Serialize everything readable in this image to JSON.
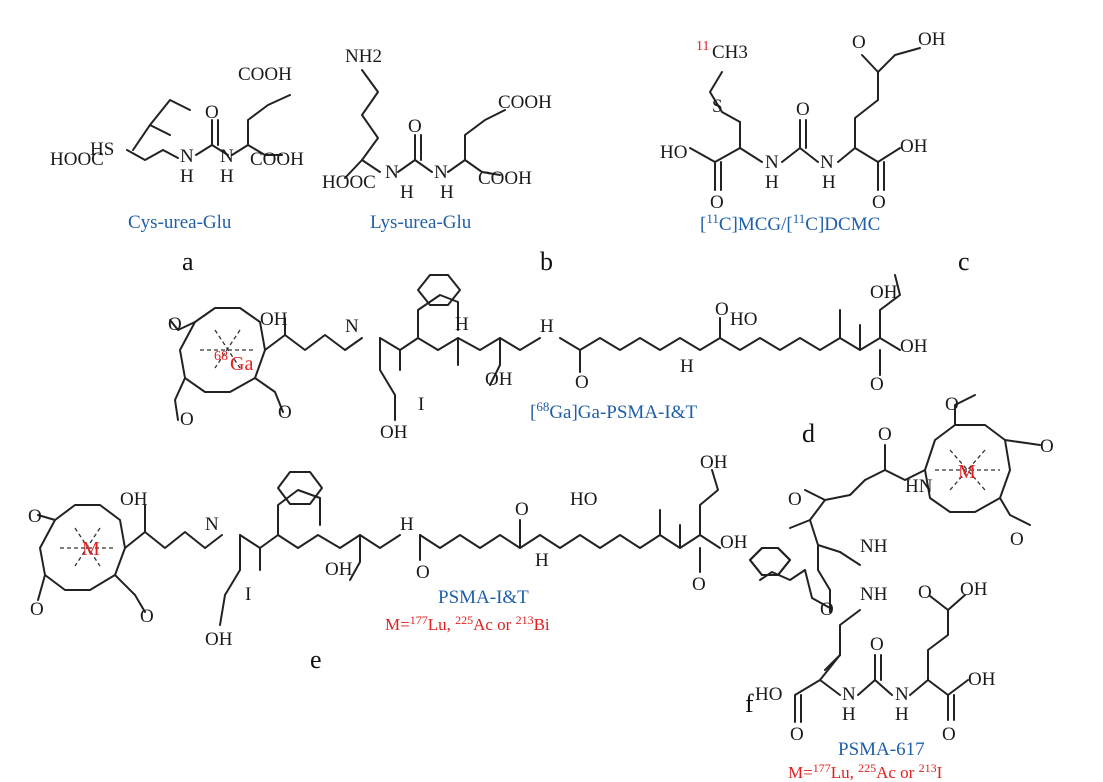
{
  "panels": {
    "a": {
      "letter": "a",
      "caption": "Cys-urea-Glu",
      "atoms": {
        "sh": "HS",
        "cooh_left": "HOOC",
        "cooh_top": "COOH",
        "cooh_right": "COOH",
        "o": "O",
        "nh1": "H",
        "nh2": "H",
        "n": "N"
      }
    },
    "b": {
      "letter": "b",
      "caption": "Lys-urea-Glu",
      "atoms": {
        "nh2": "NH2",
        "cooh_left": "HOOC",
        "cooh_top": "COOH",
        "cooh_right": "COOH",
        "o": "O",
        "nh": "H",
        "n": "N"
      }
    },
    "c": {
      "letter": "c",
      "caption": "[11C]MCG/[11C]DCMC",
      "caption_parts": [
        "[",
        "11",
        "C]MCG/[",
        "11",
        "C]DCMC"
      ],
      "atoms": {
        "isotope": "11",
        "ch3": "CH3",
        "s": "S",
        "oh": "OH",
        "ho": "HO",
        "o": "O",
        "h": "H",
        "n": "N"
      }
    },
    "d": {
      "letter": "d",
      "caption": "[68Ga]Ga-PSMA-I&T",
      "caption_parts": [
        "[",
        "68",
        "Ga]Ga-PSMA-I&T"
      ],
      "metal": "Ga",
      "metal_isotope": "68",
      "atoms": {
        "o": "O",
        "oh": "OH",
        "ho": "HO",
        "h": "H",
        "n": "N",
        "i": "I"
      }
    },
    "e": {
      "letter": "e",
      "caption": "PSMA-I&T",
      "metal_note_parts": [
        "M=",
        "177",
        "Lu, ",
        "225",
        "Ac or ",
        "213",
        "Bi"
      ],
      "metal": "M",
      "atoms": {
        "o": "O",
        "oh": "OH",
        "ho": "HO",
        "h": "H",
        "n": "N",
        "i": "I"
      }
    },
    "f": {
      "letter": "f",
      "caption": "PSMA-617",
      "metal_note_parts": [
        "M=",
        "177",
        "Lu, ",
        "225",
        "Ac or ",
        "213",
        "I"
      ],
      "metal": "M",
      "atoms": {
        "o": "O",
        "oh": "OH",
        "ho": "HO",
        "h": "H",
        "n": "N",
        "hn": "HN",
        "nh": "NH"
      }
    }
  },
  "colors": {
    "caption": "#1f5fa8",
    "metal": "#e02020",
    "bond": "#222222"
  }
}
